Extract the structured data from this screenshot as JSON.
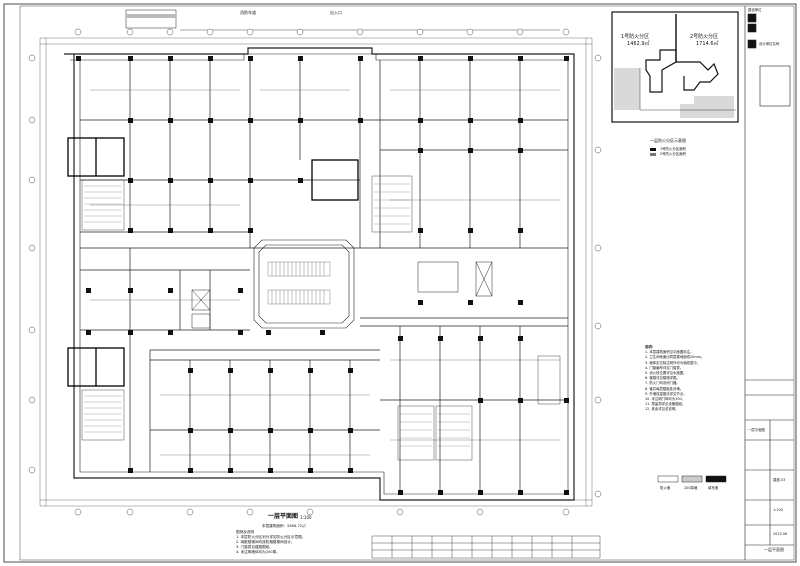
{
  "drawing": {
    "plan_title": "一层平面图",
    "plan_scale": "1:100",
    "plan_subtitle": "本层建筑面积：5806.72㎡",
    "top_label_1": "消防车道",
    "top_label_2": "出入口",
    "right_label": "一层平面图"
  },
  "key_plan": {
    "zone1_name": "1号防火分区",
    "zone1_area": "1462.9㎡",
    "zone2_name": "2号防火分区",
    "zone2_area": "1714.6㎡",
    "legend_title": "一层防火分区示意图",
    "legend_items": [
      "1号防火分区面积",
      "2号防火分区面积"
    ]
  },
  "title_block": {
    "project": "建设单位",
    "company": "设计单位名称",
    "sheet_name": "一层平面图",
    "drawing_no": "建施-03",
    "scale": "1:100",
    "date": "2023.06"
  },
  "notes": {
    "heading": "说明：",
    "lines": [
      "1. 本层建筑面积见平面图标注。",
      "2. 卫生间地面比同层楼地面低20mm。",
      "3. 墙体定位除注明外均为轴线居中。",
      "4. 门窗编号详见门窗表。",
      "5. 消火栓位置详见水施图。",
      "6. 楼梯详见楼梯详图。",
      "7. 防火门均设闭门器。",
      "8. 管井每层楼板处封堵。",
      "9. 外墙保温做法详见节点。",
      "10. 未注明门垛均为100。",
      "11. 预留洞详见设备图纸。",
      "12. 其余详见总说明。"
    ],
    "hatch_labels": [
      "防火墙",
      "200厚墙",
      "填充墙"
    ]
  },
  "bottom_notes": {
    "heading": "图例及说明",
    "lines": [
      "1. 本层防火分区划分详见防火分区示意图。",
      "2. 疏散楼梯间均按防烟楼梯间设计。",
      "3. 门窗表见建施图纸。",
      "4. 未注明墙体均为200厚。"
    ]
  },
  "colors": {
    "line": "#222222",
    "column": "#111111",
    "zone_fill": "#d9d9d9"
  }
}
